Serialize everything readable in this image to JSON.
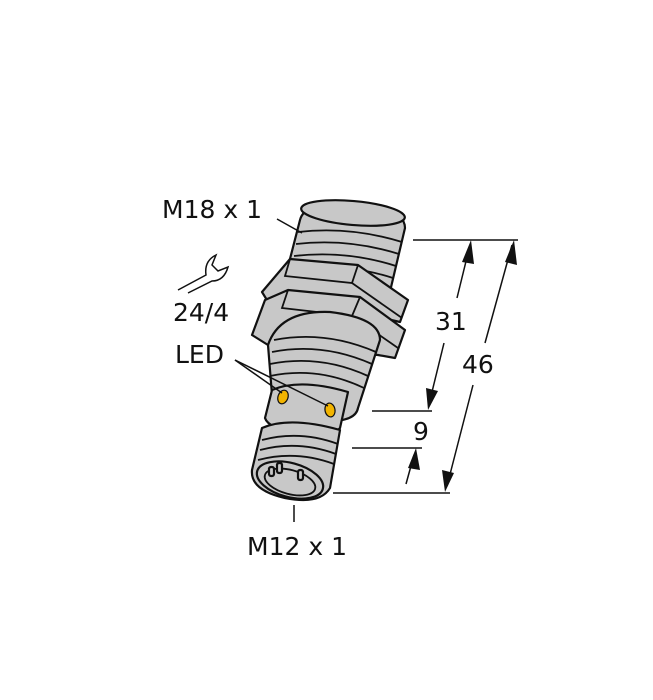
{
  "drawing": {
    "labels": {
      "thread_top": "M18 x 1",
      "wrench_size": "24/4",
      "led": "LED",
      "thread_bottom": "M12 x 1"
    },
    "dimensions": {
      "upper_length": "31",
      "connector_length": "9",
      "total_length": "46"
    },
    "icons": [
      "wrench-icon"
    ],
    "colors": {
      "body": "#c8c8c8",
      "led": "#f2b400",
      "line": "#111111"
    }
  }
}
